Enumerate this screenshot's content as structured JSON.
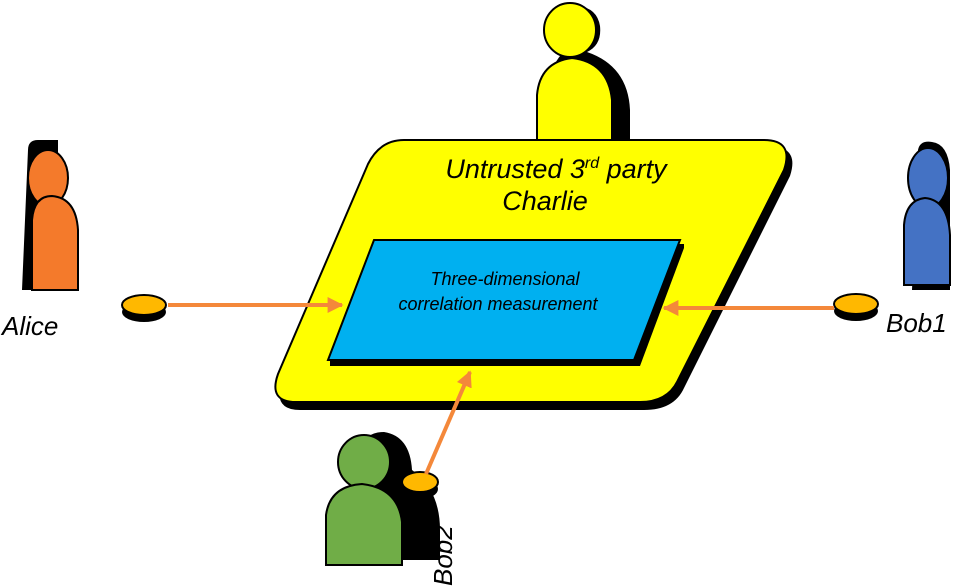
{
  "platform": {
    "title_line1": "Untrusted 3",
    "title_superscript": "rd",
    "title_line1_suffix": " party",
    "title_line2": "Charlie",
    "measurement_line1": "Three-dimensional",
    "measurement_line2": "correlation measurement"
  },
  "parties": {
    "alice": "Alice",
    "bob1": "Bob1",
    "bob2": "Bob2"
  },
  "colors": {
    "platform": "#ffff00",
    "measurement": "#00b0f0",
    "charlie": "#ffff00",
    "alice": "#f47a2b",
    "bob1": "#4472c4",
    "bob2": "#70ad47",
    "token": "#ffb800",
    "arrow": "#f4883a"
  }
}
